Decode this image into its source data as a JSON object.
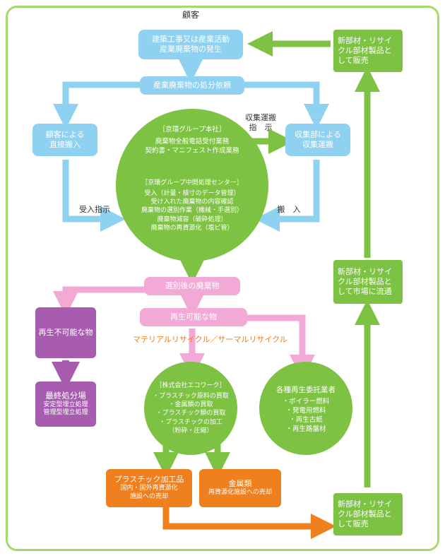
{
  "customer_label": "顧客",
  "blue": {
    "origin": [
      "建築工事又は産業活動",
      "産業廃棄物の発生"
    ],
    "request": "産業廃棄物の処分依頼",
    "self_haul": [
      "顧客による",
      "直接搬入"
    ],
    "collection": [
      "収集部による",
      "収集運搬"
    ]
  },
  "labels": {
    "collection_instruction": [
      "収集運搬",
      "指　示"
    ],
    "receive_instruction": "受入指示",
    "haul_in": "搬　入",
    "recycle_types": "マテリアルリサイクル／サーマルリサイクル"
  },
  "hq_circle": {
    "title": "［京環グループ本社］",
    "lines": [
      "廃棄物全般電話受付業務",
      "契約書・マニフェスト作成業務"
    ],
    "center_title": "［京環グループ中間処理センター］",
    "center_lines": [
      "受入（計量・検寸のデータ管理）",
      "受け入れた廃棄物の内容確認",
      "廃棄物の選別作業（機械・手選別）",
      "廃棄物減容（破砕処理）",
      "廃棄物の再資源化（塩ビ管）"
    ]
  },
  "pink": {
    "sorted": "選別後の廃棄物",
    "recyclable": "再生可能な物"
  },
  "purple": {
    "non_recyclable": "再生不可能な物",
    "landfill_title": "最終処分場",
    "landfill_lines": [
      "安定型埋立処理",
      "管理型埋立処理"
    ]
  },
  "eco_circle": {
    "title": "［株式会社エコワーク］",
    "lines": [
      "・プラスチック原料の買取",
      "・金属類の買取",
      "・プラスチック類の買取",
      "・プラスチックの加工",
      "（粉砕・圧縮）"
    ]
  },
  "contractor_circle": {
    "title": "各種再生委託業者",
    "lines": [
      "・ボイラー燃料",
      "・発電用燃料",
      "・再生古紙",
      "・再生路盤材"
    ]
  },
  "orange": {
    "plastic_title": "プラスチック加工品",
    "plastic_lines": [
      "国内・国外再資源化",
      "施設への売却"
    ],
    "metal_title": "金属類",
    "metal_lines": [
      "再資源化施設への売却"
    ]
  },
  "green": {
    "top": [
      "新部材・リサイ",
      "クル部材製品と",
      "して販売"
    ],
    "middle": [
      "新部材・リサイ",
      "クル部材製品と",
      "して市場に流通"
    ],
    "bottom": [
      "新部材・リサイ",
      "クル部材製品と",
      "して販売"
    ]
  },
  "colors": {
    "blue": "#8fd1f0",
    "green": "#7dc242",
    "pink": "#f3a9d6",
    "purple": "#a85cb0",
    "orange": "#f07f1e"
  }
}
